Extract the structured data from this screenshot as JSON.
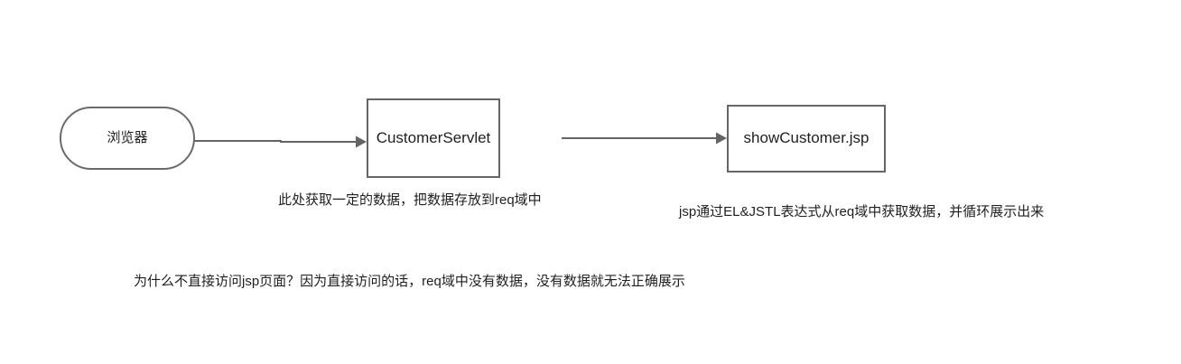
{
  "diagram": {
    "title": "Servlet to JSP request flow",
    "background": "#ffffff",
    "stroke_color": "#666666",
    "text_color": "#1f1f1f",
    "nodes": [
      {
        "id": "browser",
        "label": "浏览器",
        "shape": "stadium"
      },
      {
        "id": "servlet",
        "label": "CustomerServlet",
        "shape": "rectangle"
      },
      {
        "id": "jsp",
        "label": "showCustomer.jsp",
        "shape": "rectangle"
      }
    ],
    "edges": [
      {
        "id": "edge-browser-servlet",
        "from": "browser",
        "to": "servlet",
        "arrowhead": "solid-triangle"
      },
      {
        "id": "edge-servlet-jsp",
        "from": "servlet",
        "to": "jsp",
        "arrowhead": "solid-triangle"
      }
    ],
    "captions": {
      "servlet_note": "此处获取一定的数据，把数据存放到req域中",
      "jsp_note": "jsp通过EL&JSTL表达式从req域中获取数据，并循环展示出来",
      "bottom_note": "为什么不直接访问jsp页面？因为直接访问的话，req域中没有数据，没有数据就无法正确展示"
    }
  }
}
